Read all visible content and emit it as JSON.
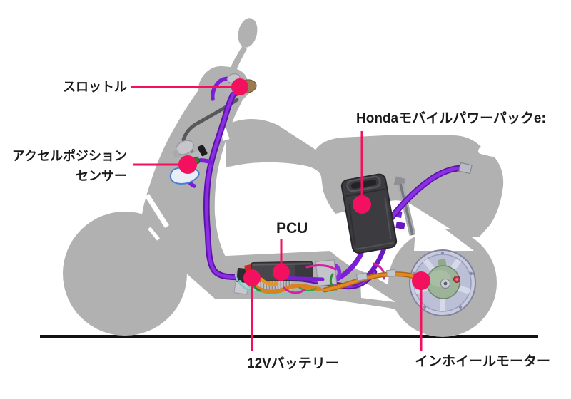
{
  "diagram": {
    "title_context": "scooter powertrain component callout diagram",
    "callouts": {
      "throttle": {
        "label": "スロットル"
      },
      "accel_position_sensor": {
        "label_line1": "アクセルポジション",
        "label_line2": "センサー"
      },
      "power_pack": {
        "label": "Hondaモバイルパワーパックe:"
      },
      "pcu": {
        "label": "PCU"
      },
      "battery_12v": {
        "label": "12Vバッテリー"
      },
      "in_wheel_motor": {
        "label": "インホイールモーター"
      }
    },
    "colors": {
      "callout_pink": "#F2105F",
      "body_gray": "#B1B1B1",
      "harness_purple": "#7B1FD6",
      "cable_orange": "#D8831F",
      "brake_cable_gray": "#57585A",
      "component_dark": "#3B3B40",
      "motor_hub_green": "#9CB399",
      "rim_lavender": "#C9CCDE",
      "ground_black": "#121212"
    }
  }
}
